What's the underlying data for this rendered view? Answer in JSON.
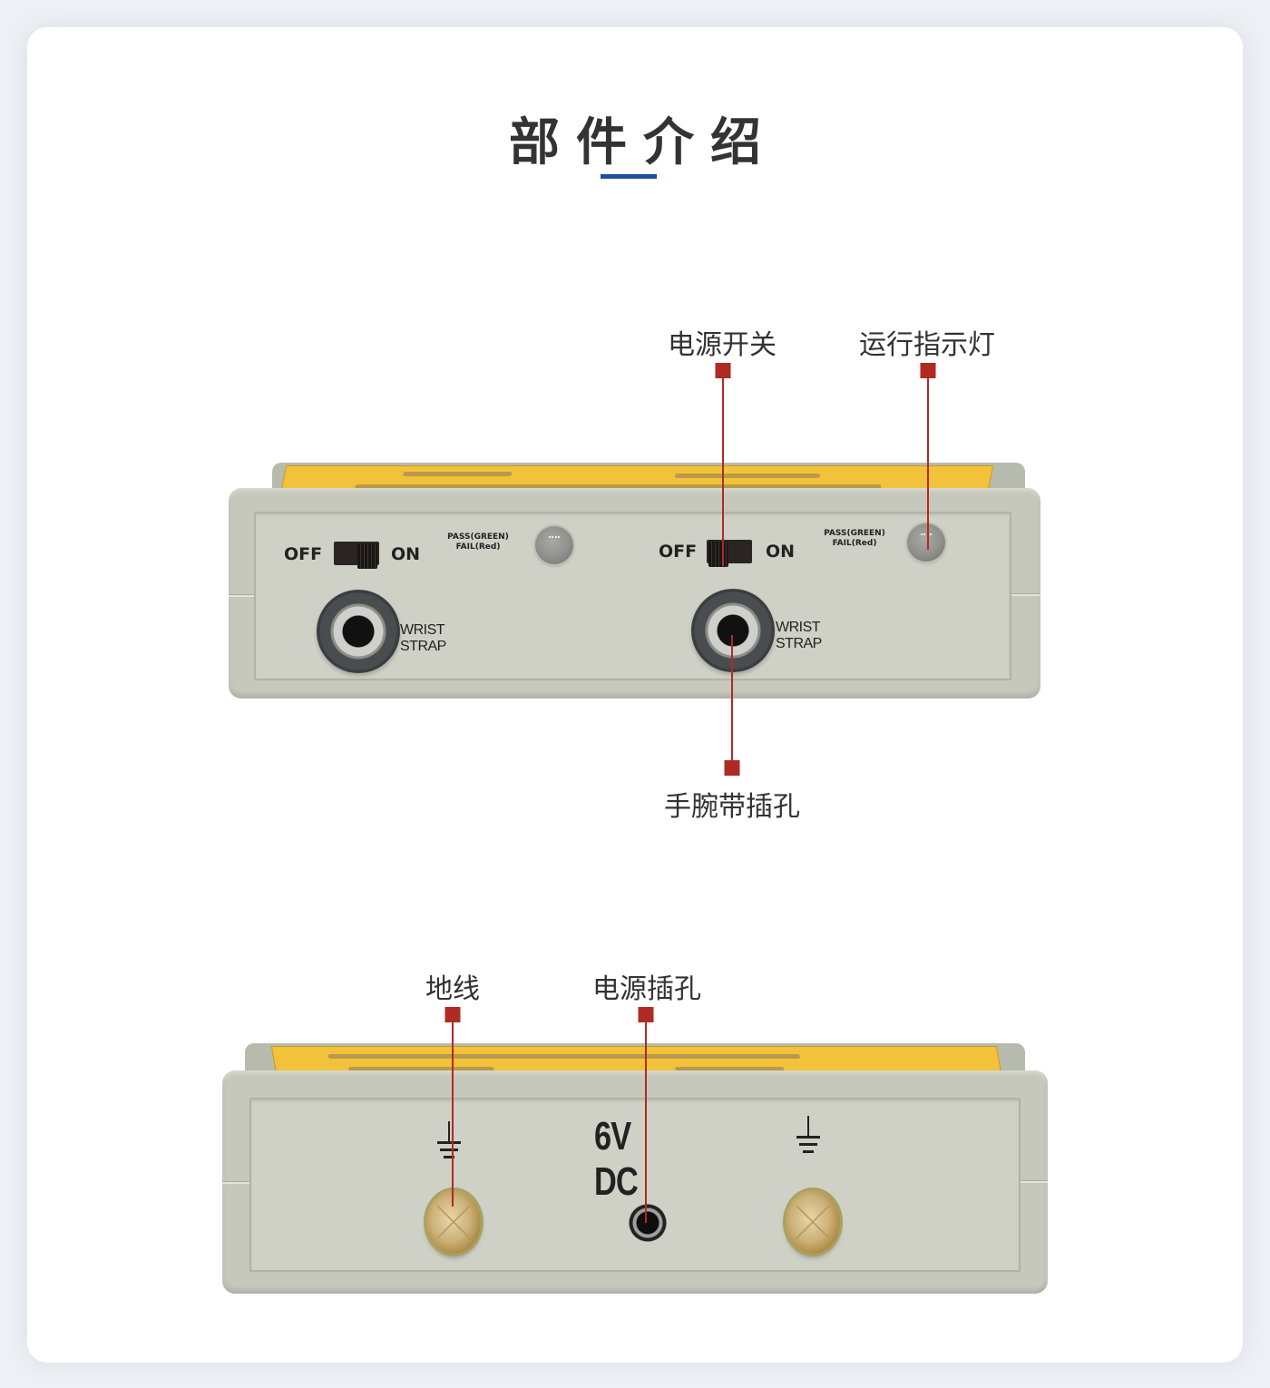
{
  "page": {
    "title": "部件介绍",
    "accent_color": "#1f4fa0",
    "marker_color": "#b02a24"
  },
  "front_panel": {
    "callouts": {
      "power_switch": "电源开关",
      "run_indicator": "运行指示灯",
      "wrist_strap_jack": "手腕带插孔"
    },
    "channels": [
      {
        "switch_off": "OFF",
        "switch_on": "ON",
        "switch_state": "off",
        "led_label_pass": "PASS(GREEN)",
        "led_label_fail": "FAIL(Red)",
        "jack_label": "WRIST STRAP"
      },
      {
        "switch_off": "OFF",
        "switch_on": "ON",
        "switch_state": "off",
        "led_label_pass": "PASS(GREEN)",
        "led_label_fail": "FAIL(Red)",
        "jack_label": "WRIST STRAP"
      }
    ]
  },
  "rear_panel": {
    "callouts": {
      "ground_wire": "地线",
      "power_jack": "电源插孔"
    },
    "voltage_label": "6V DC",
    "icons": [
      "ground-symbol",
      "ground-symbol"
    ]
  }
}
